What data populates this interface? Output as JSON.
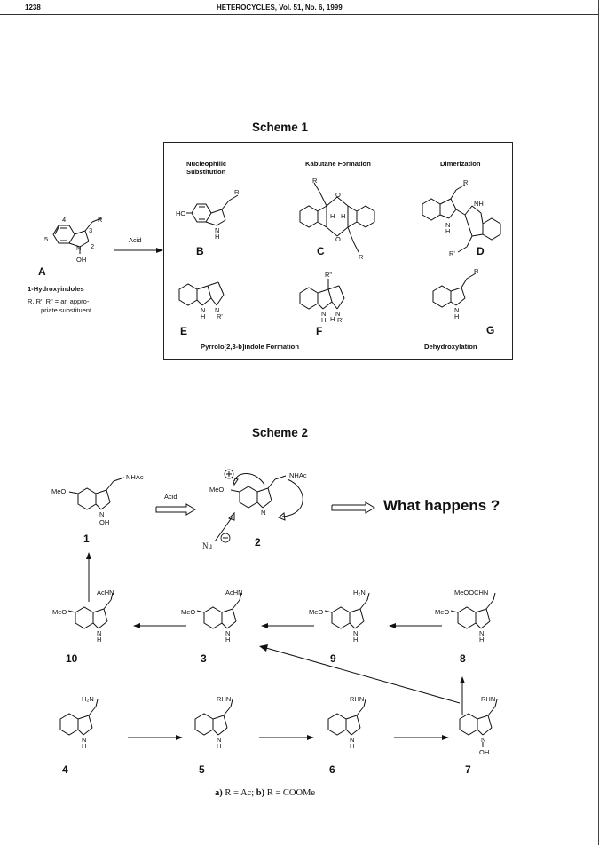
{
  "header": {
    "page_number": "1238",
    "journal": "HETEROCYCLES, Vol. 51, No. 6, 1999"
  },
  "scheme1": {
    "title": "Scheme 1",
    "compound_a": {
      "label": "A",
      "name": "1-Hydroxyindoles",
      "desc_line1": "R, R', R\" = an appro-",
      "desc_line2": "priate substituent",
      "atoms": {
        "r": "R",
        "oh": "OH",
        "n": "N",
        "pos2": "2",
        "pos3": "3",
        "pos4": "4",
        "pos5": "5"
      }
    },
    "acid": "Acid",
    "categories": {
      "nucleophilic_l1": "Nucleophilic",
      "nucleophilic_l2": "Substitution",
      "kabutane": "Kabutane Formation",
      "dimerization": "Dimerization",
      "pyrrolo": "Pyrrolo[2,3-b]indole Formation",
      "dehydroxylation": "Dehydroxylation"
    },
    "labels": {
      "b": "B",
      "c": "C",
      "d": "D",
      "e": "E",
      "f": "F",
      "g": "G"
    },
    "atoms": {
      "ho": "HO",
      "r": "R",
      "rp": "R'",
      "rpp": "R\"",
      "h": "H",
      "n": "N",
      "o": "O",
      "nh": "NH"
    }
  },
  "scheme2": {
    "title": "Scheme 2",
    "what_happens": "What happens ?",
    "acid": "Acid",
    "labels": {
      "c1": "1",
      "c2": "2",
      "c3": "3",
      "c4": "4",
      "c5": "5",
      "c6": "6",
      "c7": "7",
      "c8": "8",
      "c9": "9",
      "c10": "10"
    },
    "atoms": {
      "meo": "MeO",
      "nhac": "NHAc",
      "achn": "AcHN",
      "h2n": "H₂N",
      "rhn": "RHN",
      "meoocchn": "MeOOCHN",
      "oh": "OH",
      "n": "N",
      "h": "H",
      "nu": "Nu"
    },
    "footnote_a": "a)",
    "footnote_a_text": " R = Ac; ",
    "footnote_b": "b)",
    "footnote_b_text": " R = COOMe"
  }
}
